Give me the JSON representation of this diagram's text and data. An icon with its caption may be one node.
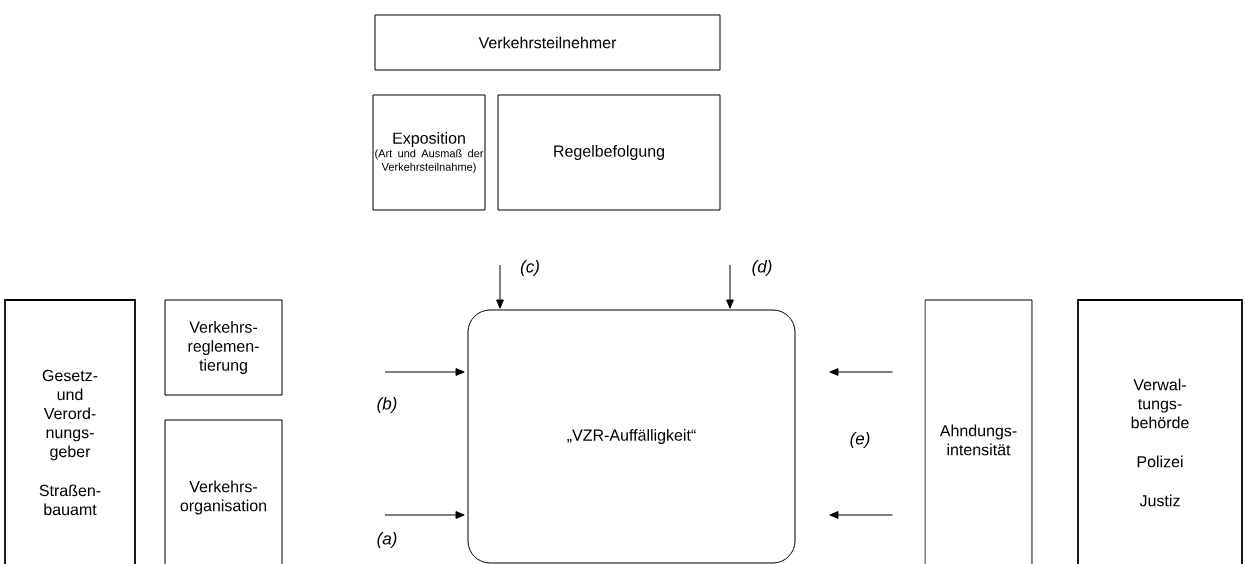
{
  "diagram": {
    "nodes": [
      {
        "text": [
          "Verkehrsteilnehmer"
        ]
      },
      {
        "text": [
          "Exposition",
          "(Art und Ausmaß der Verkehrsteilnahme)"
        ]
      },
      {
        "text": [
          "Regelbefolgung"
        ]
      },
      {
        "text": [
          "Gesetz- und Verord- nungs- geber",
          "Straßen- bauamt"
        ]
      },
      {
        "text": [
          "Verkehrs- reglemen- tierung"
        ]
      },
      {
        "text": [
          "Verkehrs- organisation"
        ]
      },
      {
        "text": [
          "„VZR-Auffälligkeit“"
        ]
      },
      {
        "text": [
          "Ahndungs- intensität"
        ]
      },
      {
        "text": [
          "Verwal- tungs- behörde",
          "Polizei",
          "Justiz"
        ]
      }
    ],
    "edges": [
      {
        "from": null,
        "to": 6,
        "arrow": "to",
        "label": "(c)"
      },
      {
        "from": null,
        "to": 6,
        "arrow": "to",
        "label": "(d)"
      },
      {
        "from": null,
        "to": 6,
        "arrow": "to",
        "label": "(b)"
      },
      {
        "from": 7,
        "to": 6,
        "arrow": "to",
        "label": "(e)"
      },
      {
        "from": null,
        "to": 6,
        "arrow": "to",
        "label": "(a)"
      },
      {
        "from": 7,
        "to": 6,
        "arrow": "to"
      }
    ]
  }
}
